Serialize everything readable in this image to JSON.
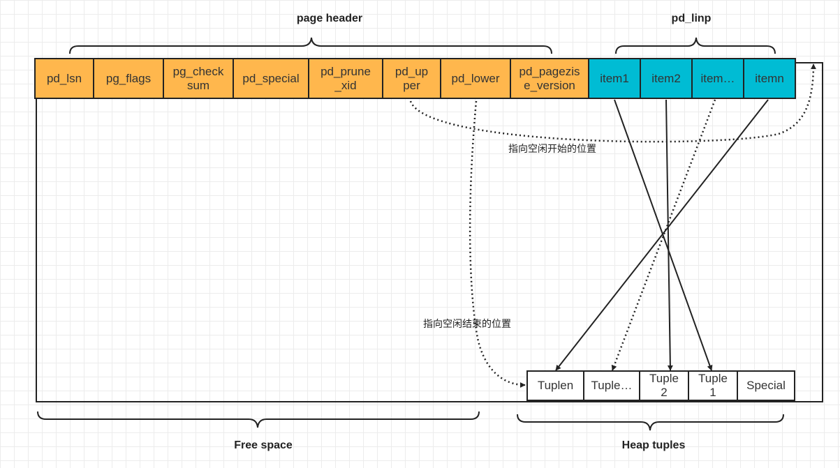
{
  "labels": {
    "page_header": "page header",
    "pd_linp": "pd_linp",
    "free_space": "Free space",
    "heap_tuples": "Heap tuples"
  },
  "header_fields": [
    {
      "l1": "pd_lsn",
      "l2": ""
    },
    {
      "l1": "pg_flags",
      "l2": ""
    },
    {
      "l1": "pg_check",
      "l2": "sum"
    },
    {
      "l1": "pd_special",
      "l2": ""
    },
    {
      "l1": "pd_prune",
      "l2": "_xid"
    },
    {
      "l1": "pd_up",
      "l2": "per"
    },
    {
      "l1": "pd_lower",
      "l2": ""
    },
    {
      "l1": "pd_pagezis",
      "l2": "e_version"
    }
  ],
  "items": [
    "item1",
    "item2",
    "item…",
    "itemn"
  ],
  "tuples": [
    {
      "l1": "Tuplen",
      "l2": ""
    },
    {
      "l1": "Tuple…",
      "l2": ""
    },
    {
      "l1": "Tuple",
      "l2": "2"
    },
    {
      "l1": "Tuple",
      "l2": "1"
    },
    {
      "l1": "Special",
      "l2": ""
    }
  ],
  "notes": {
    "free_start": "指向空闲开始的位置",
    "free_end": "指向空闲结束的位置"
  },
  "colors": {
    "header_fill": "#ffb74d",
    "item_fill": "#00bcd4",
    "stroke": "#222222"
  }
}
